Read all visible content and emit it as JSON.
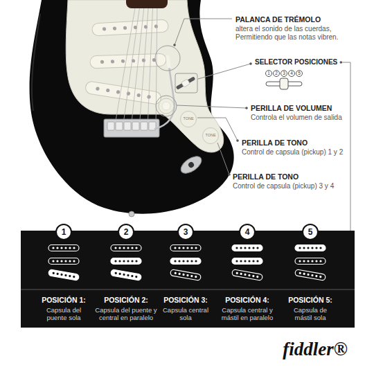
{
  "diagram": {
    "nodes": [
      {
        "text": [
          "1"
        ]
      },
      {
        "text": [
          "2"
        ]
      },
      {
        "text": [
          "3"
        ]
      },
      {
        "text": [
          "4"
        ]
      },
      {
        "text": [
          "5"
        ]
      },
      {
        "text": [
          "TONE"
        ]
      },
      {
        "text": [
          "TONE"
        ]
      },
      {
        "text": [
          "1"
        ]
      },
      {
        "text": [
          "2"
        ]
      },
      {
        "text": [
          "3"
        ]
      },
      {
        "text": [
          "4"
        ]
      },
      {
        "text": [
          "5"
        ]
      }
    ],
    "labels": [
      "PALANCA DE TRÉMOLO",
      "altera el sonido de las cuerdas, Permitiendo que las notas vibren.",
      "SELECTOR POSICIONES",
      "PERILLA DE VOLUMEN",
      "Controla el volumen de salida",
      "PERILLA DE TONO",
      "Control de capsula (pickup) 1 y 2",
      "PERILLA DE TONO",
      "Control de capsula (pickup) 3 y 4",
      "POSICIÓN 1:",
      "Capsula del puente sola",
      "POSICIÓN 2:",
      "Capsula del puente y central en paralelo",
      "POSICIÓN 3:",
      "Capsula central sola",
      "POSICIÓN 4:",
      "Capsula central y mástil en paralelo",
      "POSICIÓN 5:",
      "Capsula de mástil sola",
      "fiddler®"
    ]
  }
}
